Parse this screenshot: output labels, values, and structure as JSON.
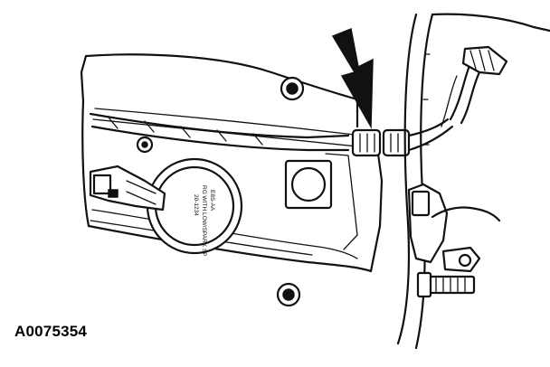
{
  "figure": {
    "reference_code": "A0075354",
    "cap_text": {
      "line1": "E8S-AA",
      "line2": "RG WITH LOW/SPARK SP",
      "line3": "20-1234"
    },
    "colors": {
      "line": "#111111",
      "background": "#ffffff"
    }
  }
}
